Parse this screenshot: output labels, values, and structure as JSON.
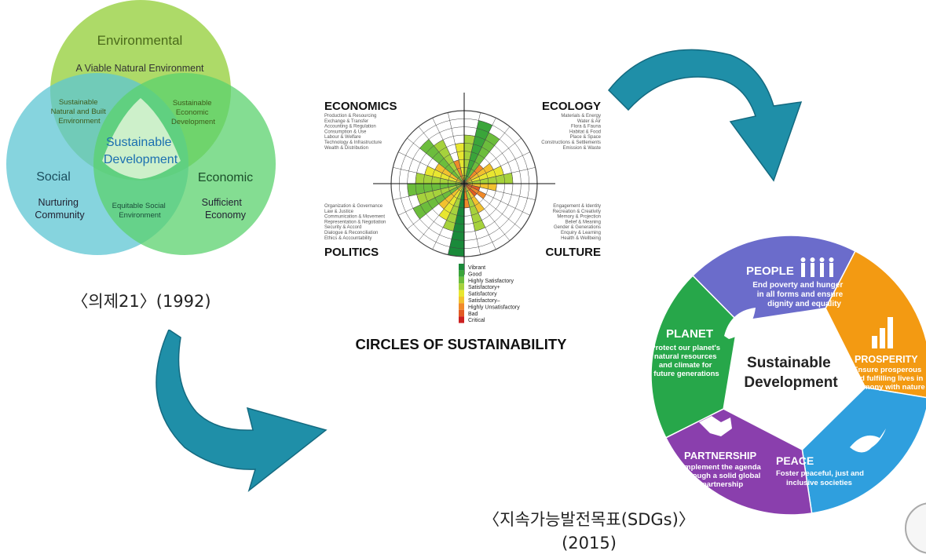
{
  "venn": {
    "environmental": "Environmental",
    "environmental_sub": "A Viable Natural Environment",
    "social": "Social",
    "social_sub": [
      "Nurturing",
      "Community"
    ],
    "economic": "Economic",
    "economic_sub": [
      "Sufficient",
      "Economy"
    ],
    "env_social": [
      "Sustainable",
      "Natural and Built",
      "Environment"
    ],
    "env_econ": [
      "Sustainable",
      "Economic",
      "Development"
    ],
    "social_econ": [
      "Equitable Social",
      "Environment"
    ],
    "center": [
      "Sustainable",
      "Development"
    ],
    "caption": "〈의제21〉(1992)",
    "colors": {
      "environmental": "#9fd44e",
      "social": "#5ec6d3",
      "economic": "#5bd26e",
      "center_text": "#1a6fb0"
    }
  },
  "circles": {
    "title": "CIRCLES OF SUSTAINABILITY",
    "quadrants": {
      "economics": {
        "label": "ECONOMICS",
        "items": [
          "Production & Resourcing",
          "Exchange & Transfer",
          "Accounting & Regulation",
          "Consumption & Use",
          "Labour & Welfare",
          "Technology & Infrastructure",
          "Wealth & Distribution"
        ]
      },
      "ecology": {
        "label": "ECOLOGY",
        "items": [
          "Materials & Energy",
          "Water & Air",
          "Flora & Fauna",
          "Habitat & Food",
          "Place & Space",
          "Constructions & Settlements",
          "Emission & Waste"
        ]
      },
      "politics": {
        "label": "POLITICS",
        "items": [
          "Organization & Governance",
          "Law & Justice",
          "Communication & Movement",
          "Representation & Negotiation",
          "Security & Accord",
          "Dialogue & Reconciliation",
          "Ethics & Accountability"
        ]
      },
      "culture": {
        "label": "CULTURE",
        "items": [
          "Engagement & Identity",
          "Recreation & Creativity",
          "Memory & Projection",
          "Belief & Meaning",
          "Gender & Generations",
          "Enquiry & Learning",
          "Health & Wellbeing"
        ]
      }
    },
    "legend": [
      {
        "label": "Vibrant",
        "color": "#1a8a3a"
      },
      {
        "label": "Good",
        "color": "#3aa53a"
      },
      {
        "label": "Highly Satisfactory",
        "color": "#6cbd3c"
      },
      {
        "label": "Satisfactory+",
        "color": "#a6d23c"
      },
      {
        "label": "Satisfactory",
        "color": "#e8e630"
      },
      {
        "label": "Satisfactory–",
        "color": "#f2c12e"
      },
      {
        "label": "Highly Unsatisfactory",
        "color": "#f08a2a"
      },
      {
        "label": "Bad",
        "color": "#e25a24"
      },
      {
        "label": "Critical",
        "color": "#cc2020"
      }
    ],
    "segments": [
      6,
      8,
      7,
      3,
      4,
      5,
      6,
      4,
      2,
      3,
      2,
      4,
      6,
      3,
      9,
      6,
      5,
      4,
      7,
      6,
      7,
      6,
      5,
      4,
      7,
      6,
      3,
      5
    ]
  },
  "sdgs": {
    "center": [
      "Sustainable",
      "Development"
    ],
    "people": {
      "title": "PEOPLE",
      "text": [
        "End poverty and hunger",
        "in all forms and ensure",
        "dignity and equality"
      ],
      "color": "#6b6ccb"
    },
    "prosperity": {
      "title": "PROSPERITY",
      "text": [
        "Ensure prosperous",
        "and fulfilling lives in",
        "harmony with nature"
      ],
      "color": "#f39a12"
    },
    "peace": {
      "title": "PEACE",
      "text": [
        "Foster peaceful, just and",
        "inclusive societies"
      ],
      "color": "#2f9fde"
    },
    "partnership": {
      "title": "PARTNERSHIP",
      "text": [
        "Implement the agenda",
        "through a solid global",
        "partnership"
      ],
      "color": "#8a3fad"
    },
    "planet": {
      "title": "PLANET",
      "text": [
        "Protect our planet's",
        "natural resources",
        "and climate for",
        "future generations"
      ],
      "color": "#27a74a"
    },
    "caption_line1": "〈지속가능발전목표(SDGs)〉",
    "caption_line2": "(2015)"
  },
  "arrows": {
    "color": "#1f8fa8"
  }
}
